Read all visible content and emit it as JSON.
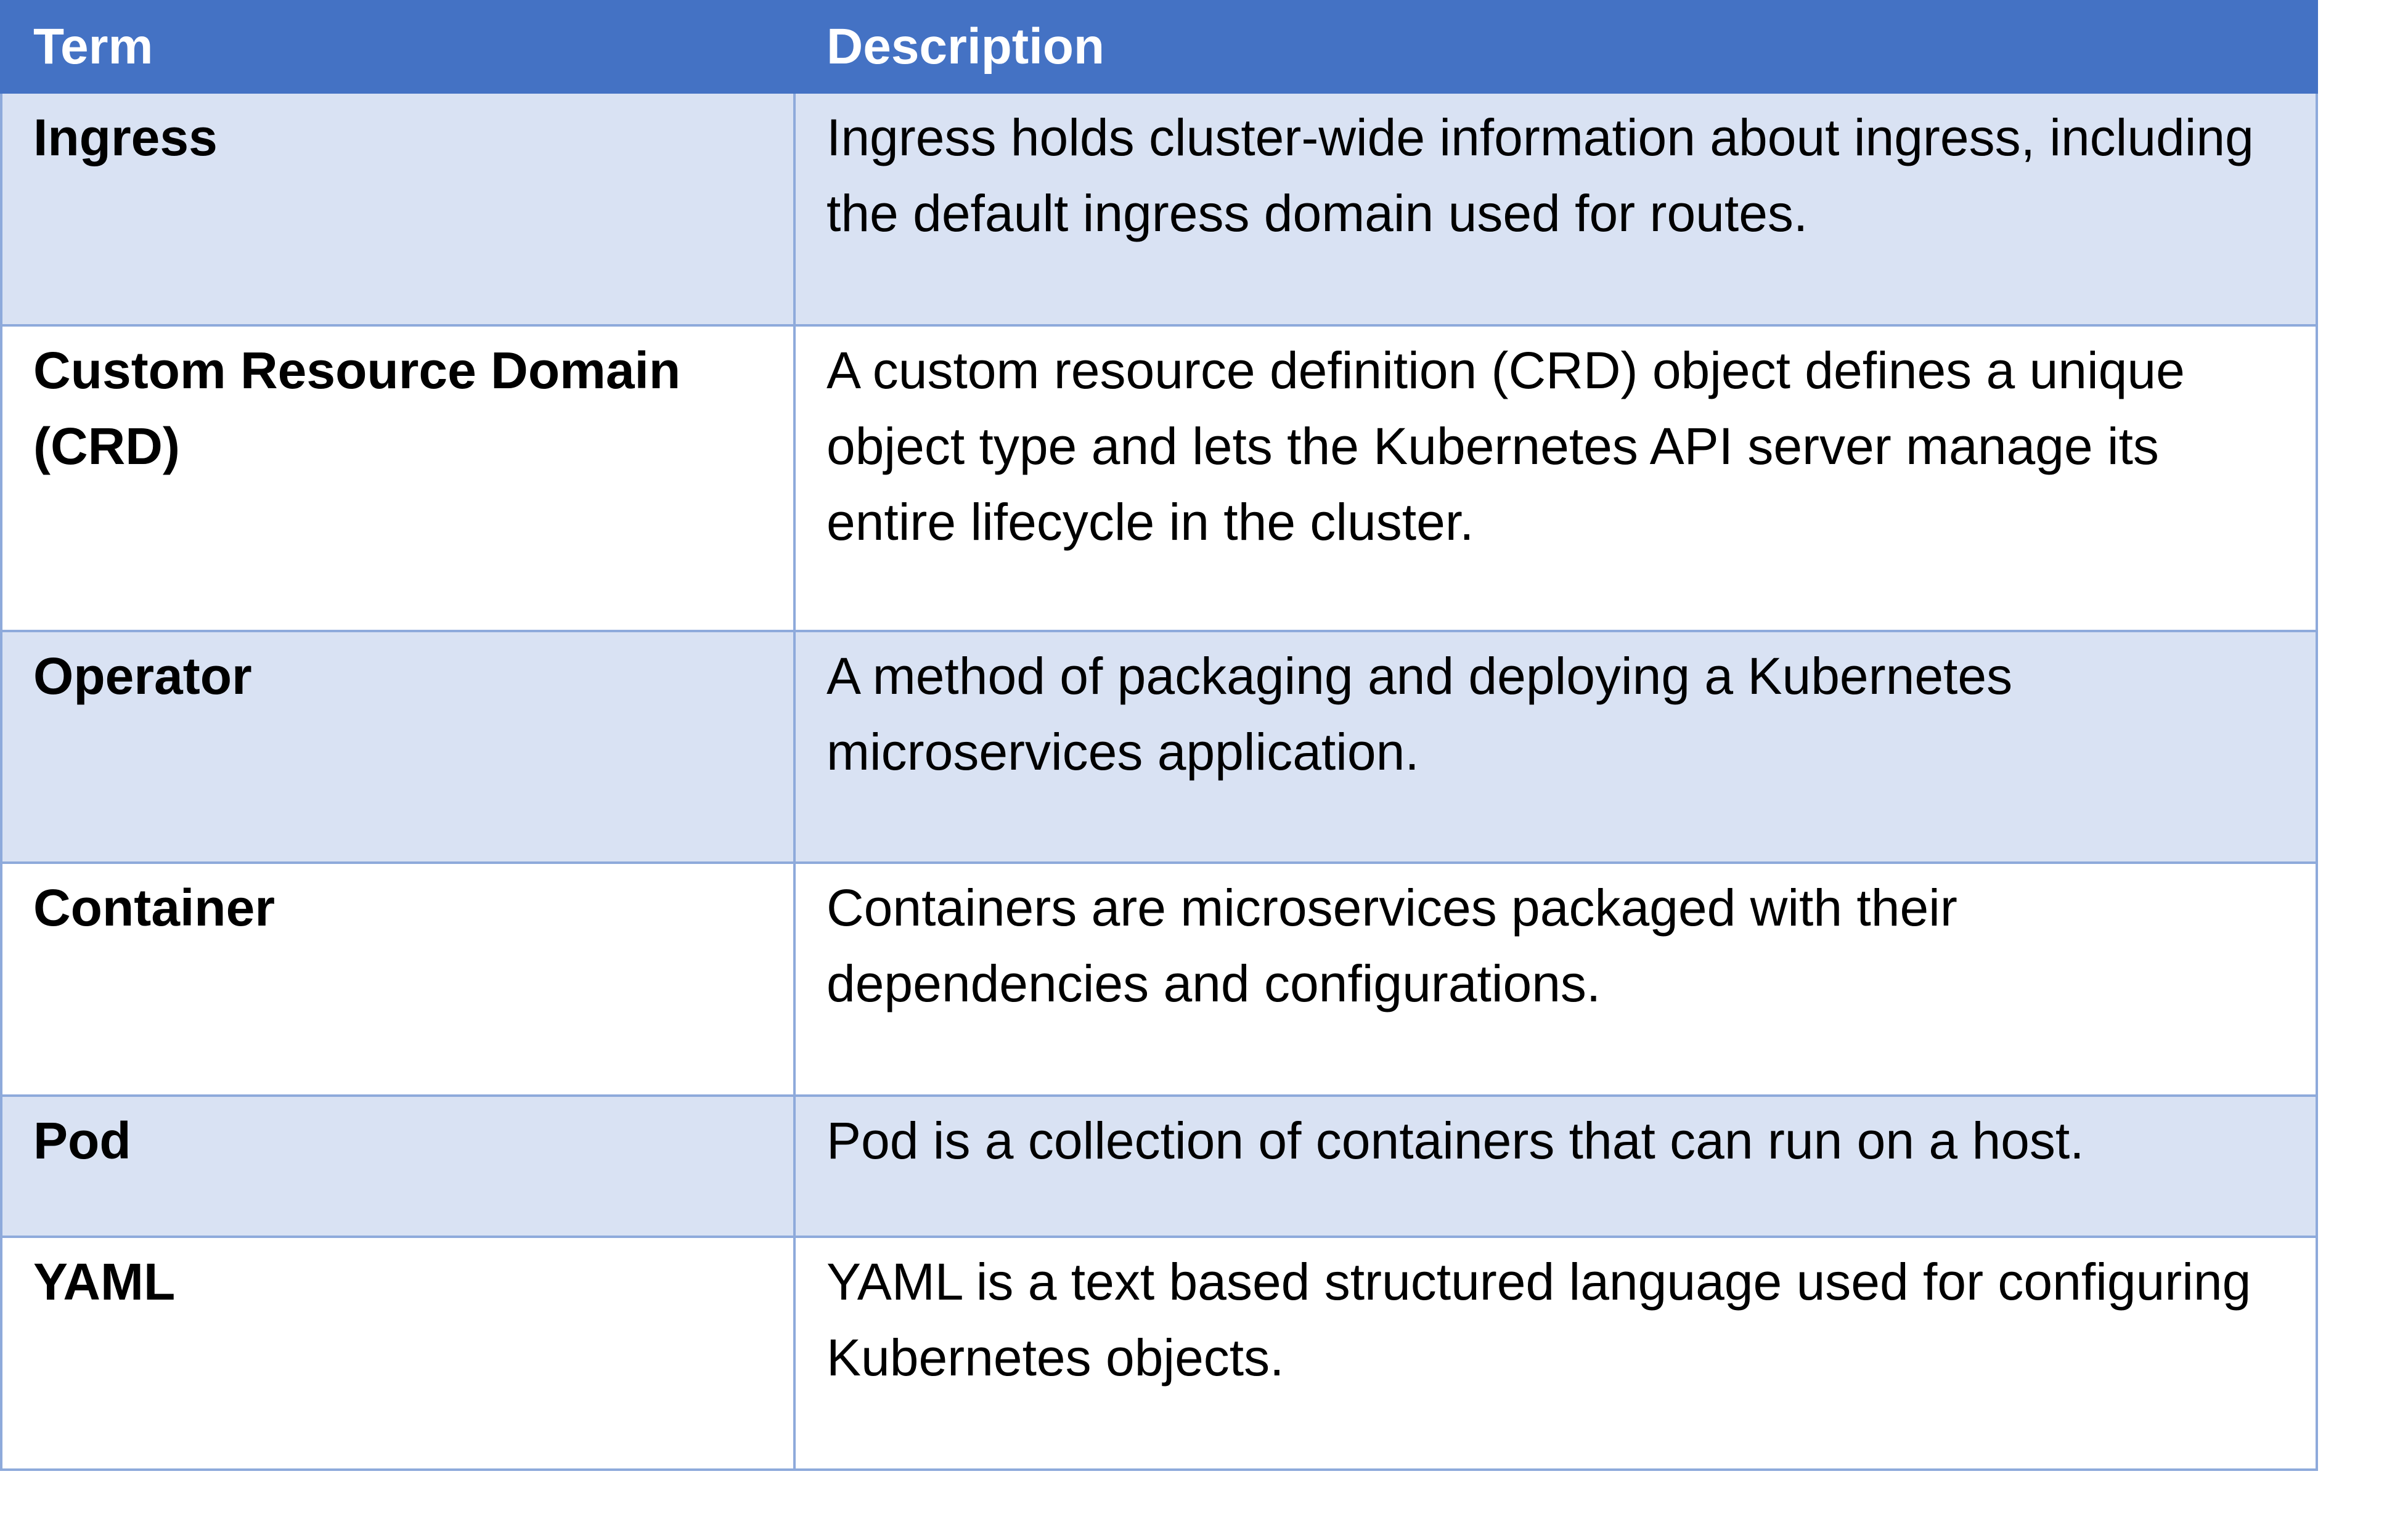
{
  "table": {
    "headers": [
      "Term",
      "Description"
    ],
    "rows": [
      {
        "term": "Ingress",
        "description": "Ingress holds cluster-wide information about ingress, including the default ingress domain used for routes."
      },
      {
        "term": "Custom Resource Domain (CRD)",
        "description": "A custom resource definition (CRD) object defines a unique object type and lets the Kubernetes API server manage its entire lifecycle in the cluster."
      },
      {
        "term": "Operator",
        "description": "A method of packaging and deploying a Kubernetes microservices application."
      },
      {
        "term": "Container",
        "description": "Containers are microservices packaged with their dependencies and configurations."
      },
      {
        "term": "Pod",
        "description": "Pod is a collection of containers that can run on a host."
      },
      {
        "term": "YAML",
        "description": "YAML is a text based structured language used for configuring Kubernetes objects."
      }
    ]
  },
  "colors": {
    "header": "#4472c4",
    "band": "#d9e2f3",
    "border": "#8eaadb"
  }
}
